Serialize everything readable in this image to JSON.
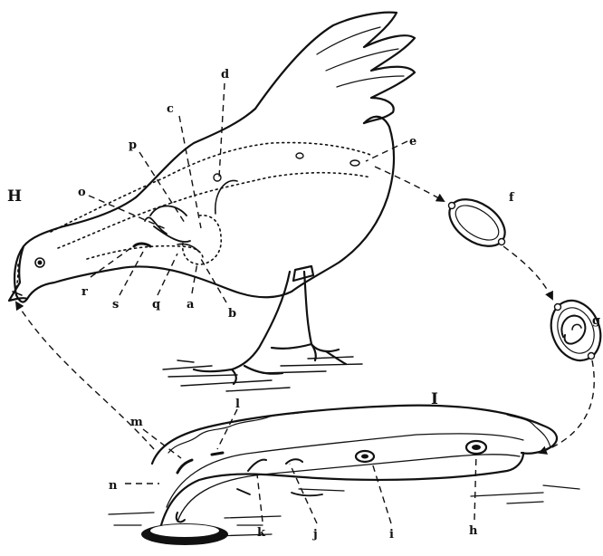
{
  "figure_labels": {
    "H": "H",
    "I": "I"
  },
  "part_labels": {
    "a": "a",
    "b": "b",
    "c": "c",
    "d": "d",
    "e": "e",
    "f": "f",
    "g": "g",
    "h": "h",
    "i": "i",
    "j": "j",
    "k": "k",
    "l": "l",
    "m": "m",
    "n": "n",
    "o": "o",
    "p": "p",
    "q": "q",
    "r": "r",
    "s": "s"
  },
  "colors": {
    "ink": "#111111",
    "background": "#ffffff"
  }
}
